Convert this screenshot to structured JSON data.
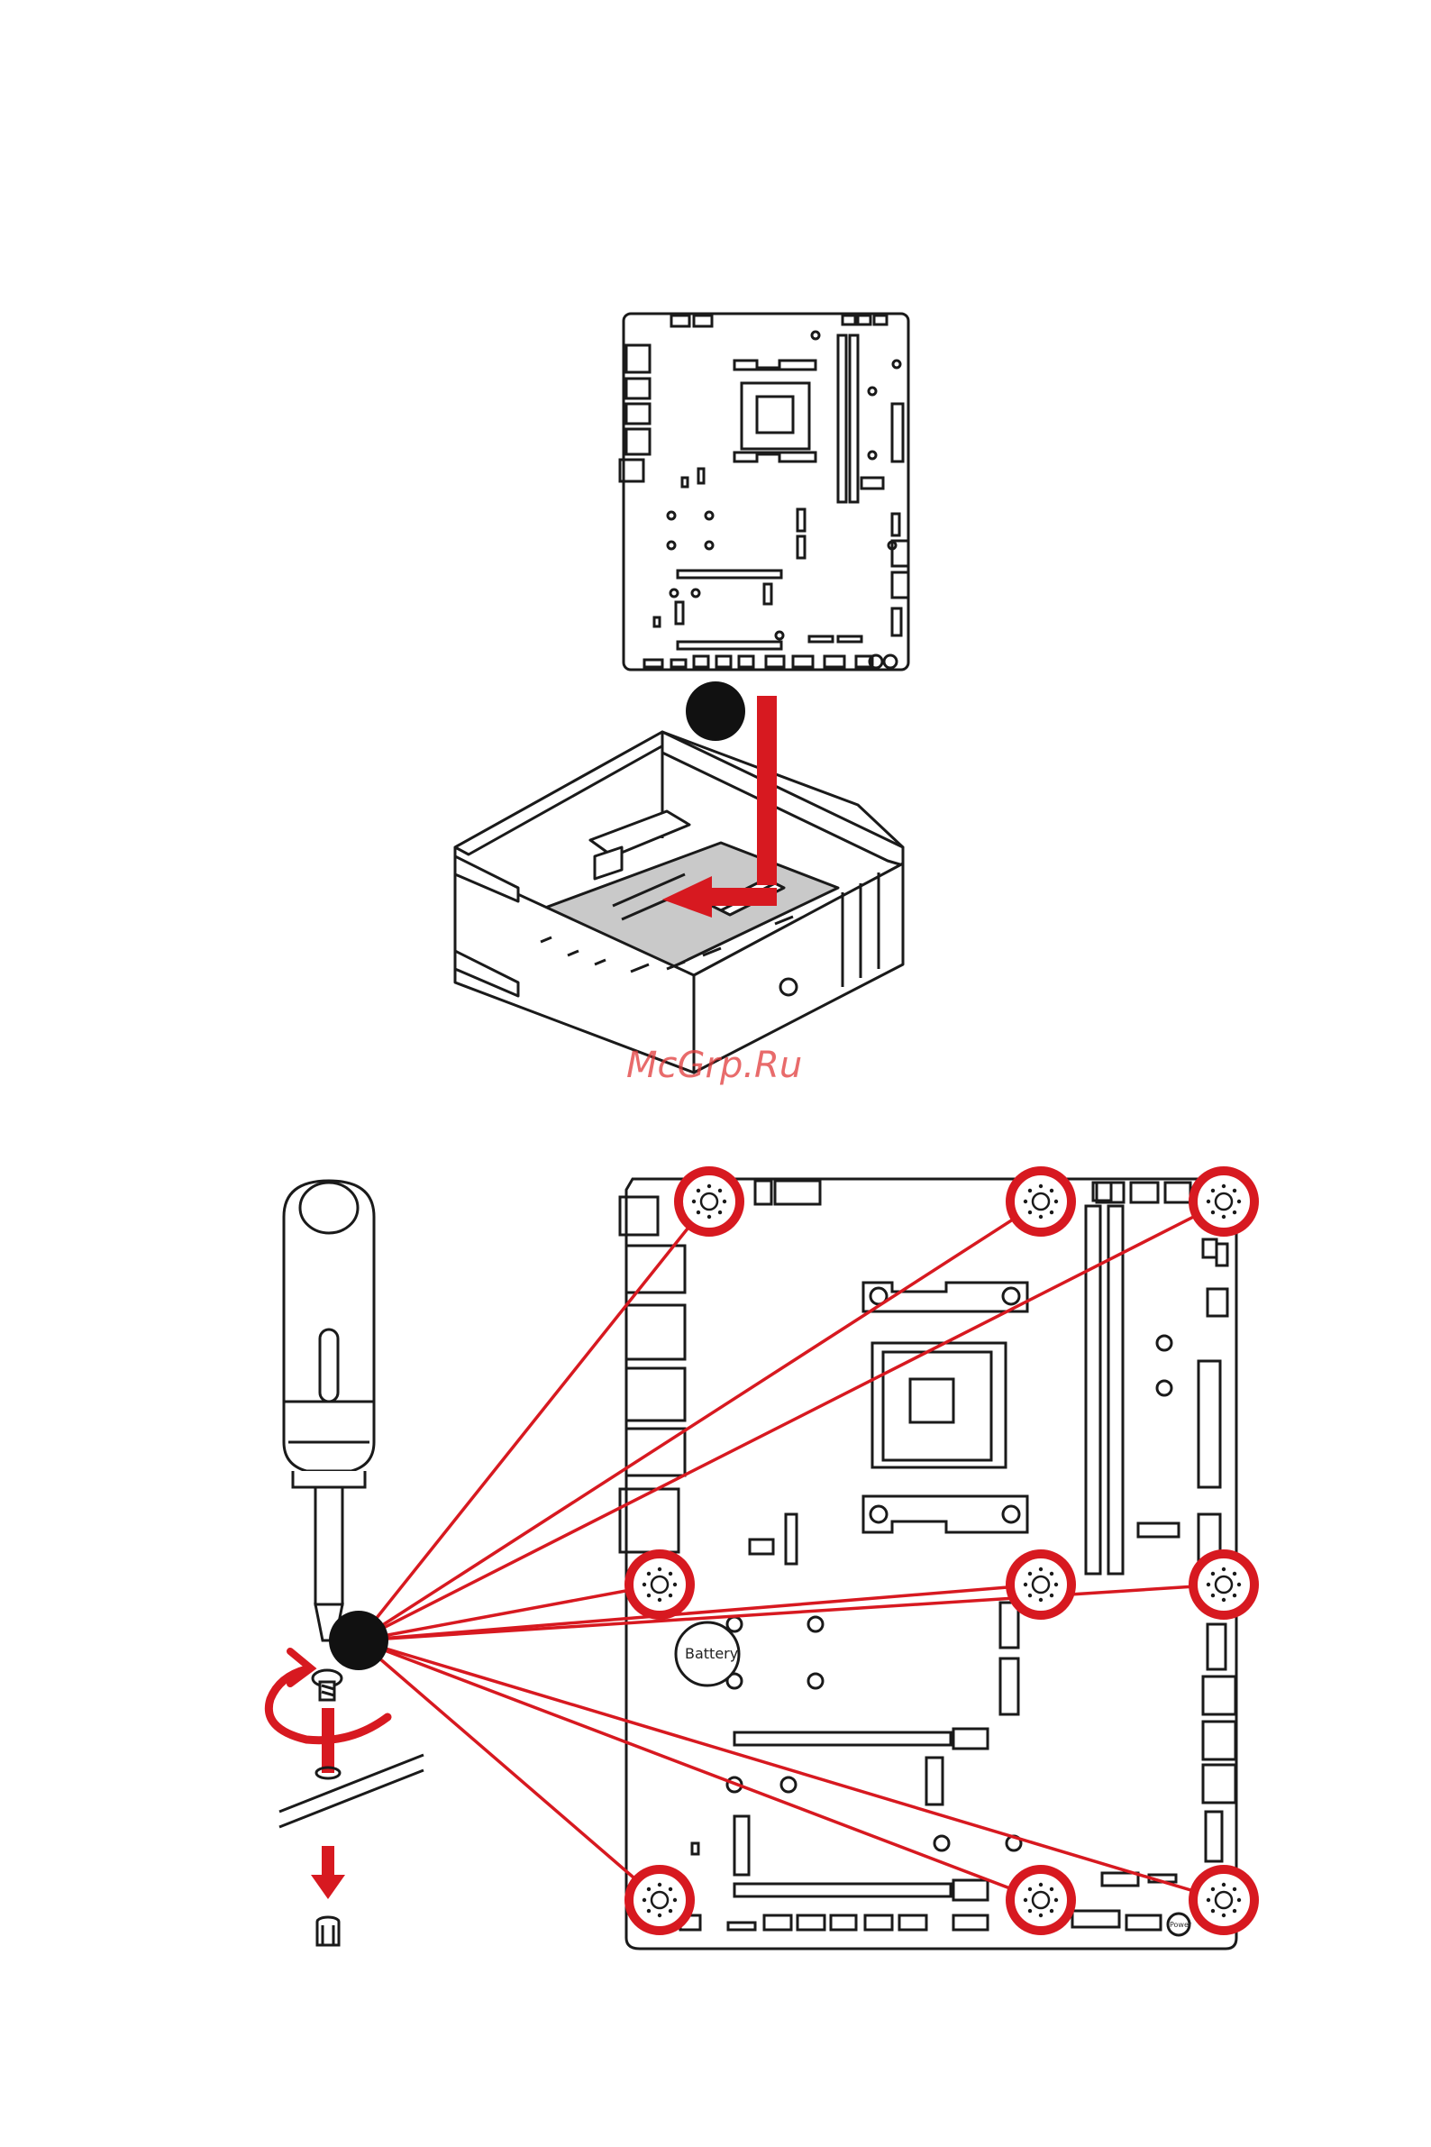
{
  "watermark": "McGrp.Ru",
  "board_label_battery": "Battery",
  "board_label_power": "Power",
  "colors": {
    "accent_red": "#d71920",
    "callout_black": "#111111",
    "outline": "#1a1a1a",
    "board_fill": "#ffffff",
    "tray_fill": "#c9c9c9"
  },
  "icons": {
    "step_marker": "black-circle-marker",
    "screw_hole": "standoff-hole-icon",
    "screw": "screw-icon",
    "standoff": "standoff-icon",
    "screwdriver": "screwdriver-icon",
    "rotate": "clockwise-rotate-arrow-icon"
  },
  "screw_holes_count": 9
}
